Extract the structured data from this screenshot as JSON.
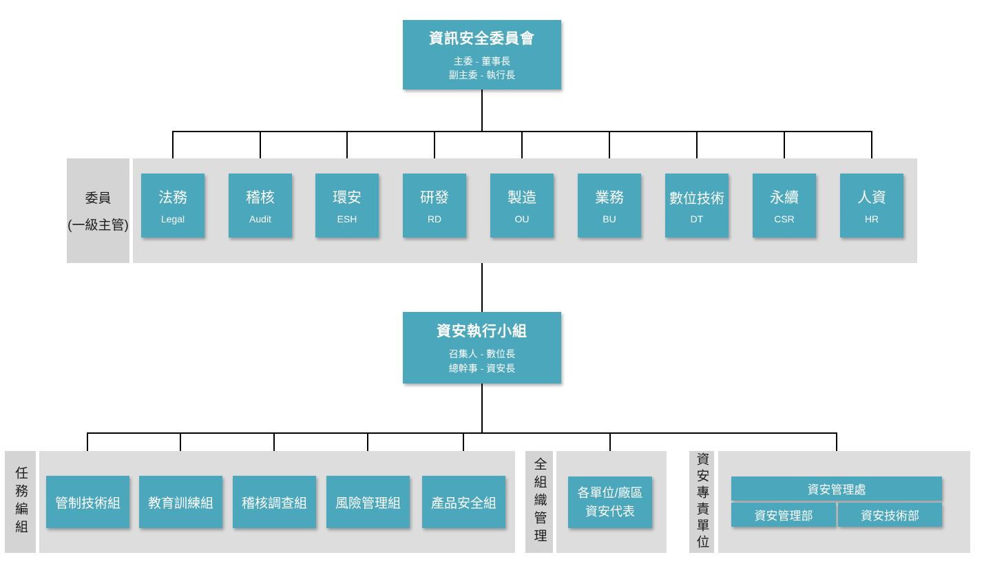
{
  "palette": {
    "box_teal": "#4BA7BC",
    "band_gray": "#DDDDDD",
    "label_gray": "#D4D4D4",
    "line_black": "#000000",
    "box_text": "#FFFFFF",
    "label_text": "#1C1C1C"
  },
  "committee": {
    "title": "資訊安全委員會",
    "subtitle_line1": "主委 - 董事長",
    "subtitle_line2": "副主委 - 執行長",
    "members_label_line1": "委員",
    "members_label_line2": "(一級主管)",
    "members": [
      {
        "zh": "法務",
        "en": "Legal"
      },
      {
        "zh": "稽核",
        "en": "Audit"
      },
      {
        "zh": "環安",
        "en": "ESH"
      },
      {
        "zh": "研發",
        "en": "RD"
      },
      {
        "zh": "製造",
        "en": "OU"
      },
      {
        "zh": "業務",
        "en": "BU"
      },
      {
        "zh": "數位技術",
        "en": "DT"
      },
      {
        "zh": "永續",
        "en": "CSR"
      },
      {
        "zh": "人資",
        "en": "HR"
      }
    ]
  },
  "execution_team": {
    "title": "資安執行小組",
    "subtitle_line1": "召集人 - 數位長",
    "subtitle_line2": "總幹事 - 資安長"
  },
  "task_groups": {
    "label": "任務編組",
    "groups": [
      "管制技術組",
      "教育訓練組",
      "稽核調查組",
      "風險管理組",
      "產品安全組"
    ]
  },
  "org_wide": {
    "label": "全組織管理",
    "box_line1": "各單位/廠區",
    "box_line2": "資安代表"
  },
  "dedicated_unit": {
    "label": "資安專責單位",
    "division": "資安管理處",
    "departments": [
      "資安管理部",
      "資安技術部"
    ]
  }
}
